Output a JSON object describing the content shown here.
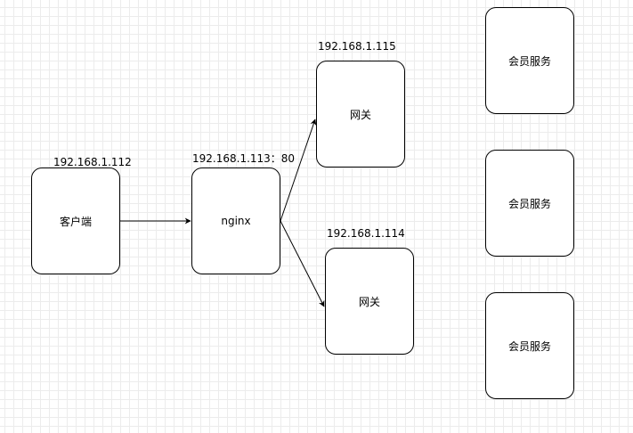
{
  "diagram": {
    "nodes": {
      "client": {
        "label": "客户端",
        "ip": "192.168.1.112"
      },
      "nginx": {
        "label": "nginx",
        "ip": "192.168.1.113：80"
      },
      "gateway_top": {
        "label": "网关",
        "ip": "192.168.1.115"
      },
      "gateway_bottom": {
        "label": "网关",
        "ip": "192.168.1.114"
      },
      "member_service_1": {
        "label": "会员服务"
      },
      "member_service_2": {
        "label": "会员服务"
      },
      "member_service_3": {
        "label": "会员服务"
      }
    },
    "edges": [
      {
        "from": "client",
        "to": "nginx"
      },
      {
        "from": "nginx",
        "to": "gateway_top"
      },
      {
        "from": "nginx",
        "to": "gateway_bottom"
      }
    ]
  }
}
